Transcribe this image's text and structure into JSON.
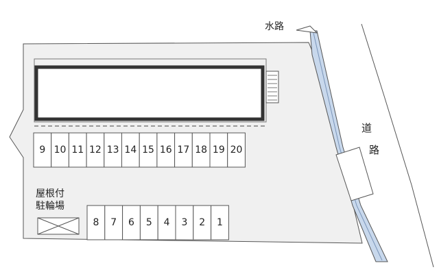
{
  "labels": {
    "waterway": "水路",
    "road_char_1": "道",
    "road_char_2": "路",
    "bike_line_1": "屋根付",
    "bike_line_2": "駐輪場"
  },
  "parking": {
    "upper_row": [
      "9",
      "10",
      "11",
      "12",
      "13",
      "14",
      "15",
      "16",
      "17",
      "18",
      "19",
      "20"
    ],
    "lower_row": [
      "8",
      "7",
      "6",
      "5",
      "4",
      "3",
      "2",
      "1"
    ]
  },
  "colors": {
    "outline": "#555555",
    "lot_fill": "#f0f0f0",
    "building_border": "#333333",
    "water": "#c8d8ec",
    "dashed_line": "#999999"
  }
}
